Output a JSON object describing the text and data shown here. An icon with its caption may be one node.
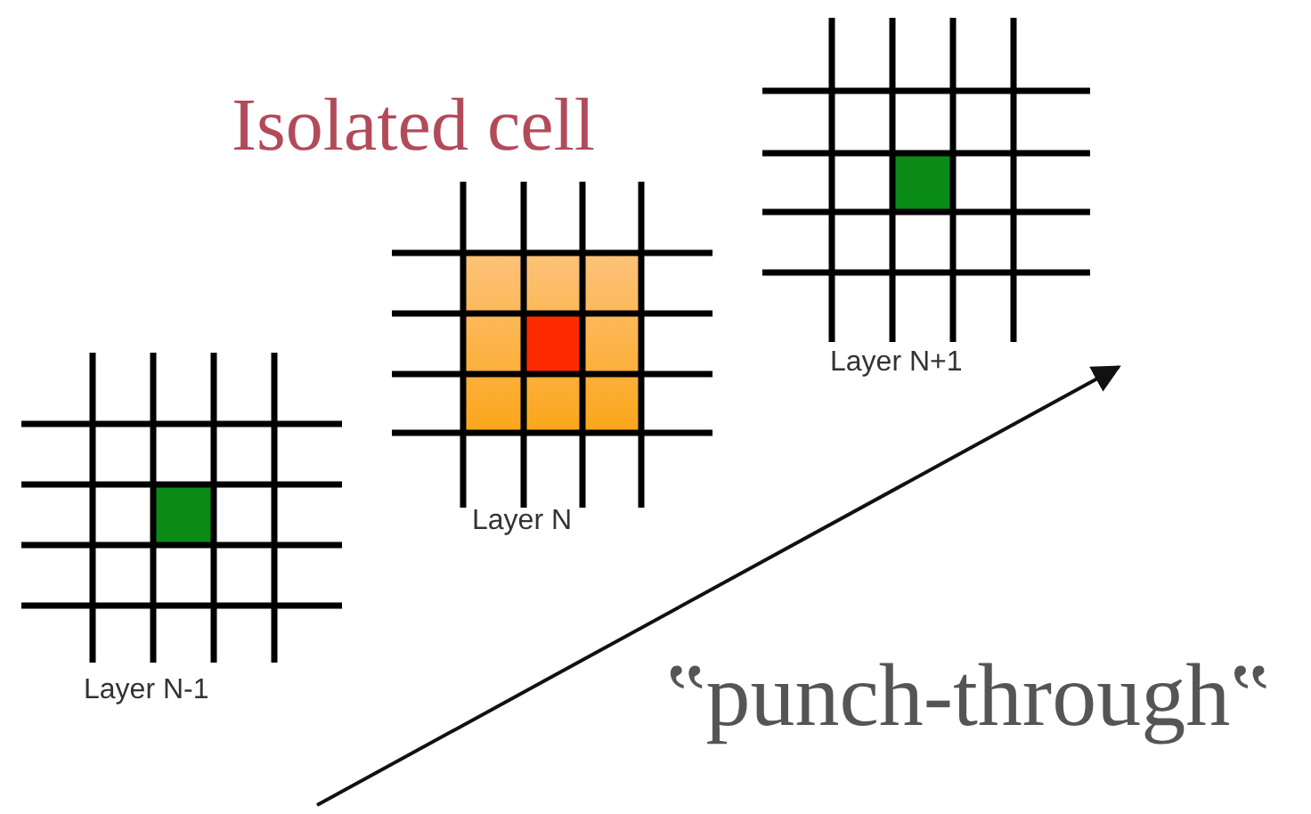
{
  "diagram": {
    "labels": [
      "Isolated cell",
      "Layer N+1",
      "Layer N",
      "Layer N-1",
      "‟punch-through‟"
    ]
  }
}
